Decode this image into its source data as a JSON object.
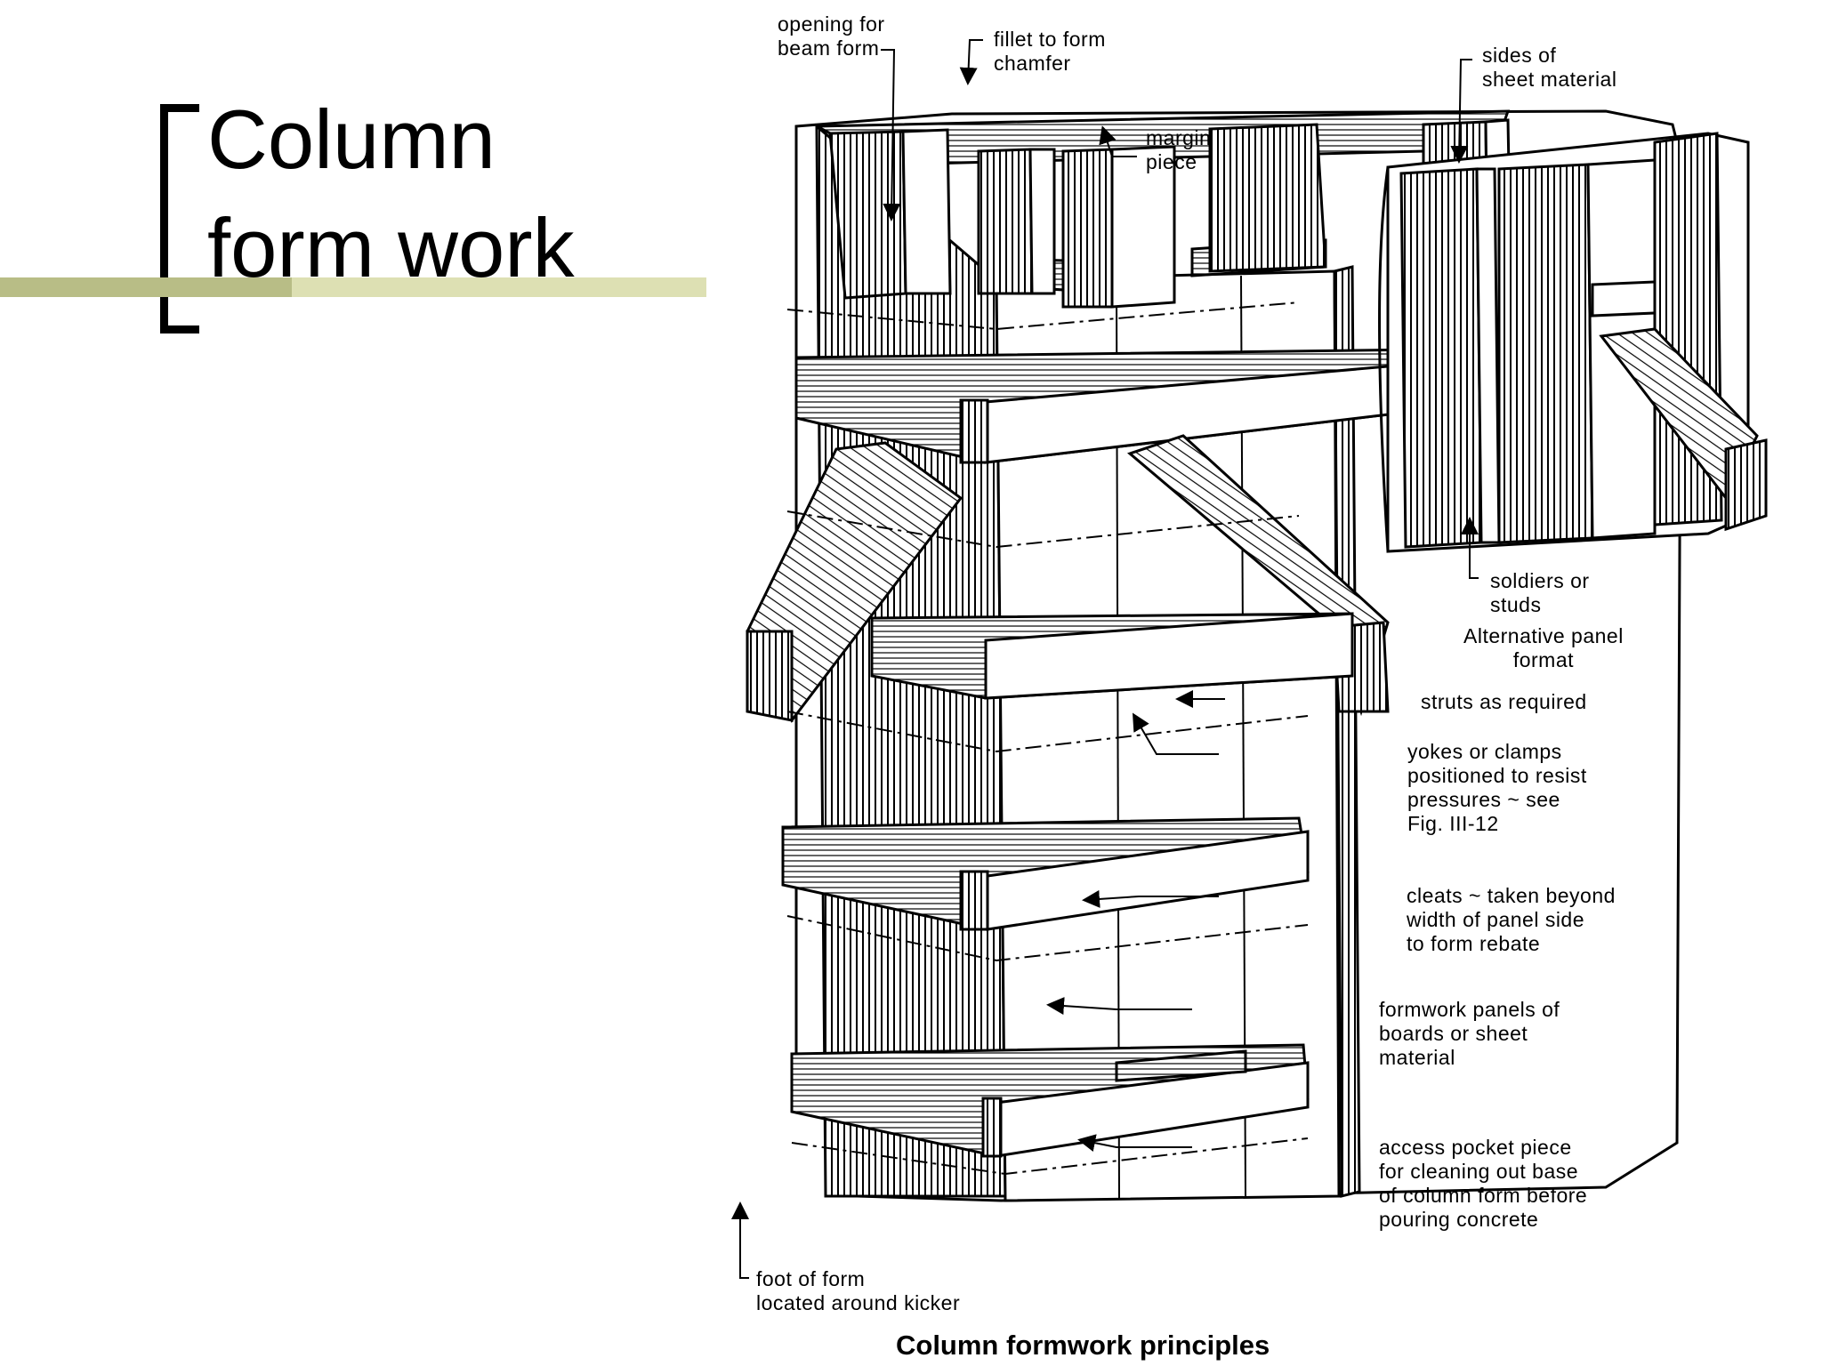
{
  "slide": {
    "title_line_1": "Column",
    "title_line_2": "form work",
    "accent_colors": {
      "dark": "#b8bd86",
      "light": "#dde0b3"
    }
  },
  "figure": {
    "caption": "Column formwork principles",
    "labels": {
      "opening_for_beam_form": "opening for\nbeam form",
      "fillet_to_form_chamfer": "fillet to form\nchamfer",
      "margin_piece": "margin\npiece",
      "sides_of_sheet_material": "sides of\nsheet material",
      "soldiers_or_studs": "soldiers or\nstuds",
      "alternative_panel_format": "Alternative panel\nformat",
      "struts_as_required": "struts as required",
      "yokes_or_clamps": "yokes or clamps\npositioned to resist\npressures ~ see\nFig. III-12",
      "cleats": "cleats ~ taken beyond\nwidth of panel side\nto form rebate",
      "formwork_panels": "formwork panels of\nboards or sheet\nmaterial",
      "access_pocket_piece": "access pocket piece\nfor cleaning out base\nof column form before\npouring concrete",
      "foot_of_form": "foot of form\nlocated around kicker"
    }
  }
}
